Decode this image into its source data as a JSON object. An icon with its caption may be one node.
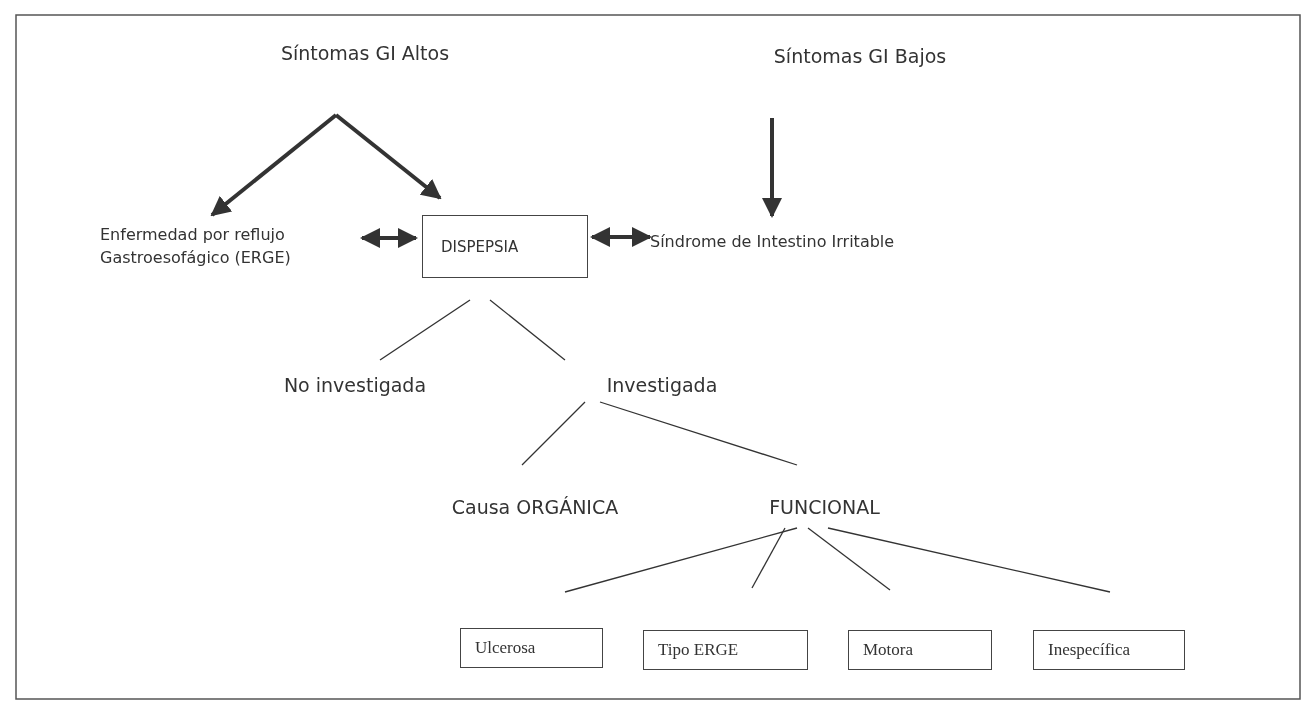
{
  "diagram": {
    "nodes": [
      {
        "text": [
          "Síntomas GI Altos"
        ]
      },
      {
        "text": [
          "Síntomas GI Bajos"
        ]
      },
      {
        "text": [
          "Enfermedad por reflujo Gastroesofágico (ERGE)"
        ]
      },
      {
        "text": [
          "DISPEPSIA"
        ]
      },
      {
        "text": [
          "Síndrome de Intestino Irritable"
        ]
      },
      {
        "text": [
          "No investigada"
        ]
      },
      {
        "text": [
          "Investigada"
        ]
      },
      {
        "text": [
          "Causa ORGÁNICA"
        ]
      },
      {
        "text": [
          "FUNCIONAL"
        ]
      },
      {
        "text": [
          "Ulcerosa"
        ]
      },
      {
        "text": [
          "Tipo ERGE"
        ]
      },
      {
        "text": [
          "Motora"
        ]
      },
      {
        "text": [
          "Inespecífica"
        ]
      }
    ],
    "edges": [
      {
        "from": 0,
        "to": 2,
        "arrow": "to",
        "style": "thick"
      },
      {
        "from": 0,
        "to": 3,
        "arrow": "to",
        "style": "thick"
      },
      {
        "from": 1,
        "to": 4,
        "arrow": "to",
        "style": "thick"
      },
      {
        "from": 2,
        "to": 3,
        "arrow": "both",
        "style": "thick"
      },
      {
        "from": 3,
        "to": 4,
        "arrow": "both",
        "style": "thick"
      },
      {
        "from": 3,
        "to": 5,
        "arrow": "none"
      },
      {
        "from": 3,
        "to": 6,
        "arrow": "none"
      },
      {
        "from": 6,
        "to": 7,
        "arrow": "none"
      },
      {
        "from": 6,
        "to": 8,
        "arrow": "none"
      },
      {
        "from": 8,
        "to": 9,
        "arrow": "none"
      },
      {
        "from": 8,
        "to": 10,
        "arrow": "none"
      },
      {
        "from": 8,
        "to": 11,
        "arrow": "none"
      },
      {
        "from": 8,
        "to": 12,
        "arrow": "none"
      }
    ]
  }
}
